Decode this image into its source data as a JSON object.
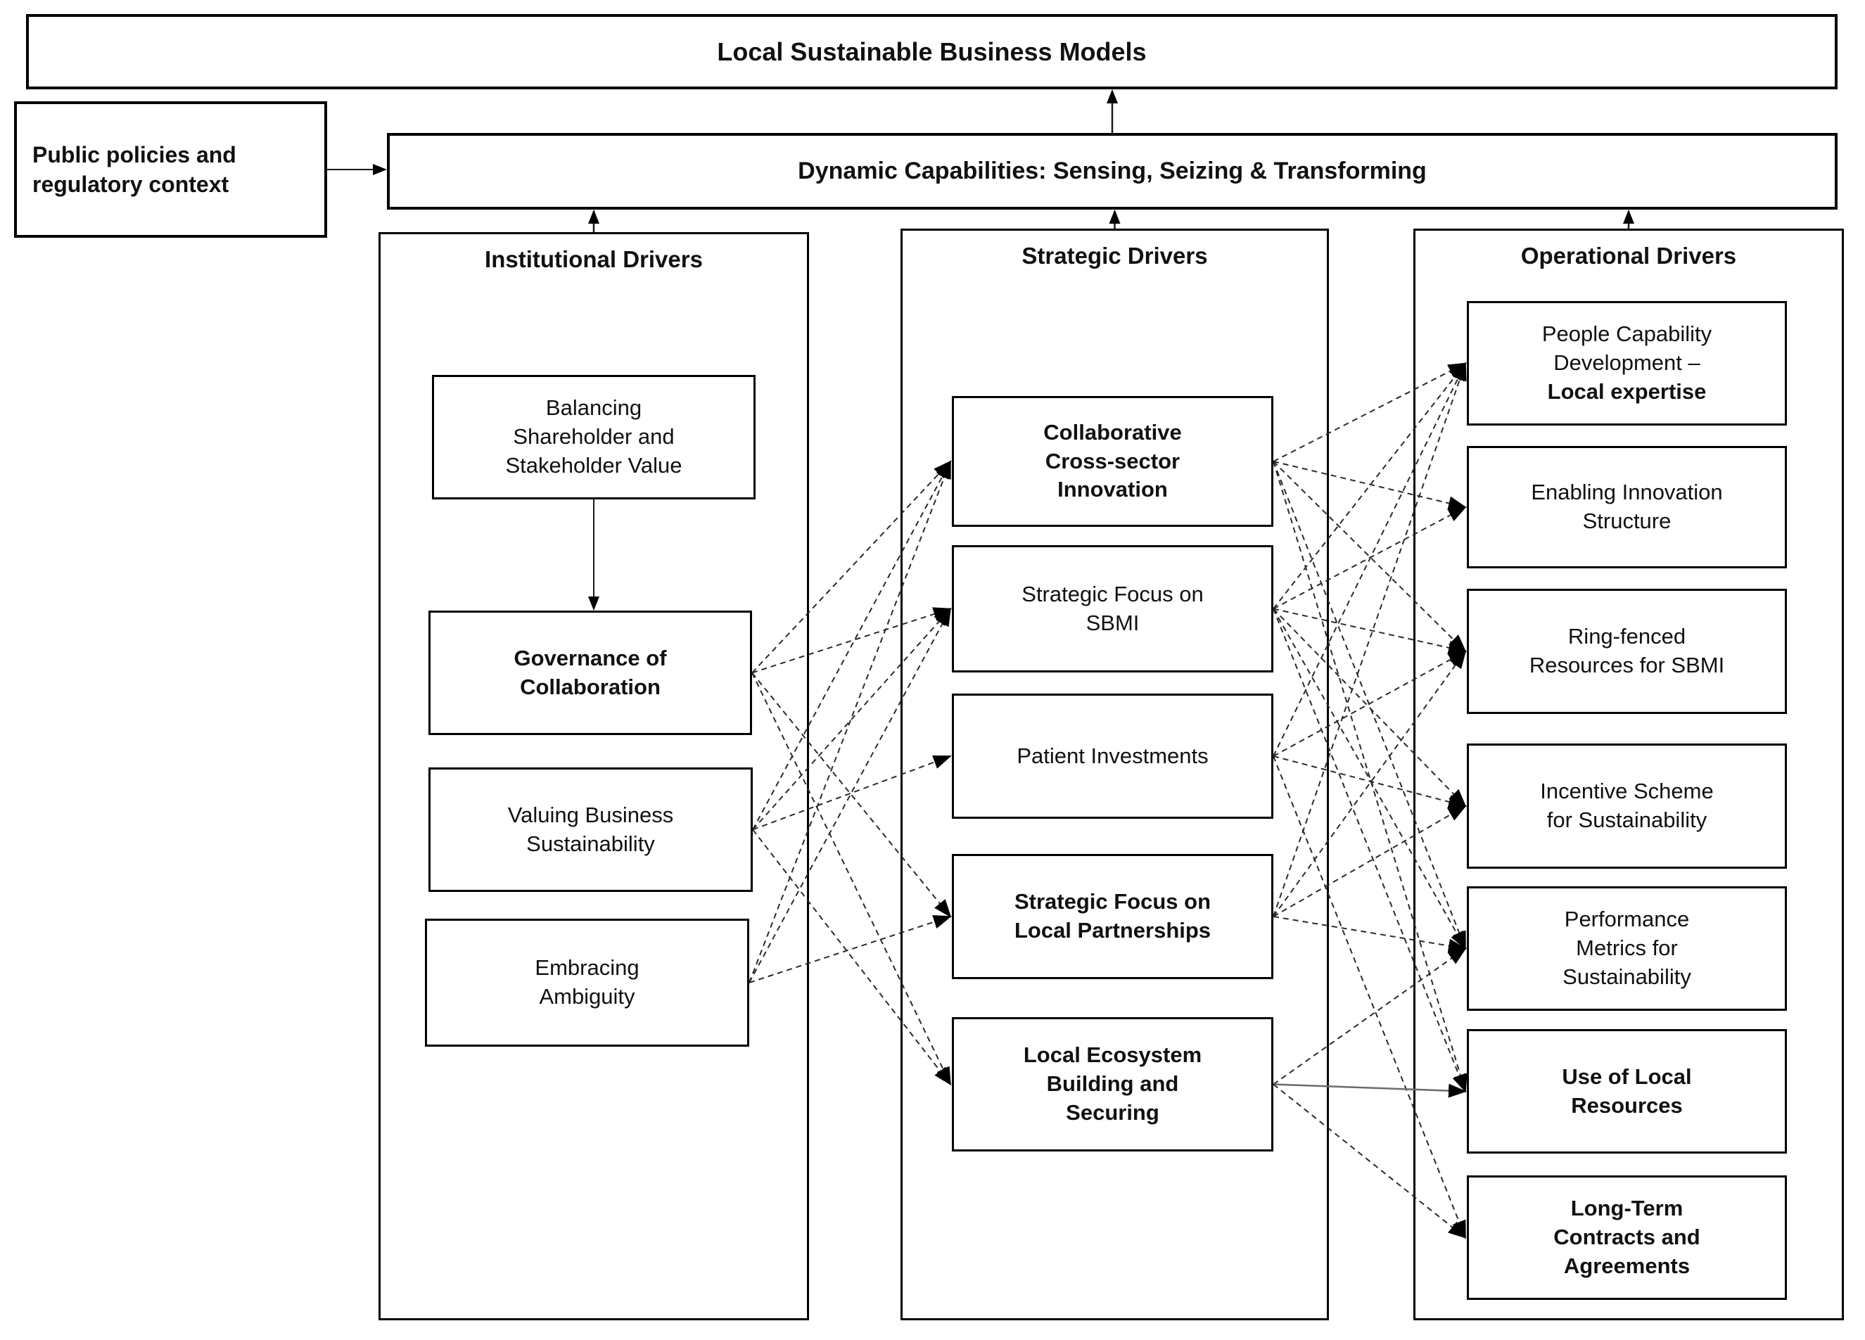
{
  "diagram": {
    "title": "Local Sustainable Business Models",
    "context": "Public policies and\nregulatory context",
    "capabilities": "Dynamic Capabilities: Sensing, Seizing & Transforming",
    "colors": {
      "background": "#ffffff",
      "box_border": "#000000",
      "text": "#111111",
      "dashed_arrow": "#2b2b2b",
      "solid_arrow": "#1a1a1a",
      "gray_arrow": "#6b6b6b"
    },
    "columns": {
      "institutional": {
        "header": "Institutional Drivers",
        "boxes": [
          {
            "id": "governance-parent",
            "label": "Balancing\nShareholder and\nStakeholder Value"
          },
          {
            "id": "governance",
            "label": "Governance of\nCollaboration"
          },
          {
            "id": "valuing",
            "label": "Valuing Business\nSustainability"
          },
          {
            "id": "embracing",
            "label": "Embracing\nAmbiguity"
          }
        ]
      },
      "strategic": {
        "header": "Strategic Drivers",
        "boxes": [
          {
            "id": "collab",
            "label": "Collaborative\nCross-sector\nInnovation"
          },
          {
            "id": "sbmi",
            "label": "Strategic Focus on\nSBMI"
          },
          {
            "id": "patient",
            "label": "Patient Investments"
          },
          {
            "id": "partnerships",
            "label": "Strategic Focus on\nLocal Partnerships"
          },
          {
            "id": "ecosystem",
            "label": "Local Ecosystem\nBuilding and\nSecuring"
          }
        ]
      },
      "operational": {
        "header": "Operational Drivers",
        "boxes": [
          {
            "id": "people",
            "label": "People Capability\nDevelopment –",
            "bold_suffix": "Local expertise"
          },
          {
            "id": "enabling",
            "label": "Enabling Innovation\nStructure"
          },
          {
            "id": "ringfenced",
            "label": "Ring-fenced\nResources for SBMI"
          },
          {
            "id": "incentive",
            "label": "Incentive Scheme\nfor Sustainability"
          },
          {
            "id": "performance",
            "label": "Performance\nMetrics for\nSustainability"
          },
          {
            "id": "uselocal",
            "label": "Use of Local\nResources"
          },
          {
            "id": "longterm",
            "label": "Long-Term\nContracts and\nAgreements"
          }
        ]
      }
    },
    "edges": {
      "institutional_to_strategic": [
        [
          "governance",
          "collab"
        ],
        [
          "governance",
          "sbmi"
        ],
        [
          "governance",
          "partnerships"
        ],
        [
          "governance",
          "ecosystem"
        ],
        [
          "valuing",
          "collab"
        ],
        [
          "valuing",
          "sbmi"
        ],
        [
          "valuing",
          "patient"
        ],
        [
          "valuing",
          "ecosystem"
        ],
        [
          "embracing",
          "collab"
        ],
        [
          "embracing",
          "sbmi"
        ],
        [
          "embracing",
          "partnerships"
        ]
      ],
      "strategic_to_operational": [
        [
          "collab",
          "people"
        ],
        [
          "collab",
          "enabling"
        ],
        [
          "collab",
          "ringfenced"
        ],
        [
          "collab",
          "performance"
        ],
        [
          "collab",
          "uselocal"
        ],
        [
          "sbmi",
          "people"
        ],
        [
          "sbmi",
          "enabling"
        ],
        [
          "sbmi",
          "ringfenced"
        ],
        [
          "sbmi",
          "incentive"
        ],
        [
          "sbmi",
          "performance"
        ],
        [
          "sbmi",
          "uselocal"
        ],
        [
          "patient",
          "people"
        ],
        [
          "patient",
          "ringfenced"
        ],
        [
          "patient",
          "incentive"
        ],
        [
          "patient",
          "longterm"
        ],
        [
          "partnerships",
          "people"
        ],
        [
          "partnerships",
          "ringfenced"
        ],
        [
          "partnerships",
          "incentive"
        ],
        [
          "partnerships",
          "performance"
        ],
        [
          "ecosystem",
          "performance"
        ],
        [
          "ecosystem",
          "uselocal",
          "solid"
        ],
        [
          "ecosystem",
          "longterm"
        ]
      ],
      "structural": [
        {
          "type": "down",
          "from": "balancing",
          "to": "governance-box"
        },
        {
          "type": "right",
          "from": "public-box",
          "to": "dyncap-box"
        },
        {
          "type": "up",
          "from": "col-institutional",
          "to": "dyncap-box"
        },
        {
          "type": "up",
          "from": "col-strategic",
          "to": "dyncap-box"
        },
        {
          "type": "up",
          "from": "col-operational",
          "to": "dyncap-box"
        },
        {
          "type": "up",
          "from": "dyncap-box",
          "to": "title-box"
        }
      ]
    }
  }
}
